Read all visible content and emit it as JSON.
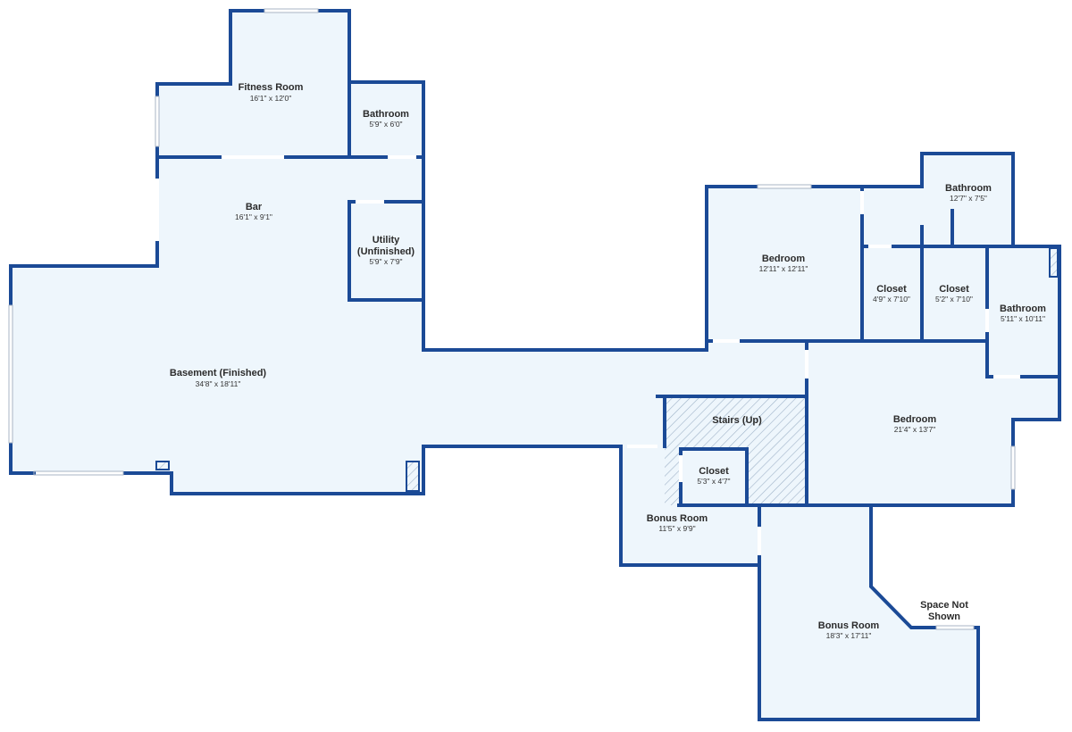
{
  "colors": {
    "wall": "#1b4a96",
    "floor": "#eef6fc",
    "window": "#ffffff",
    "window_frame": "#aab4c4",
    "stairs_hatch": "#9fb3c8"
  },
  "rooms": [
    {
      "name": "Fitness Room",
      "dims": "16'1\" x 12'0\""
    },
    {
      "name": "Bathroom",
      "dims": "5'9\" x 6'0\""
    },
    {
      "name": "Bar",
      "dims": "16'1\" x 9'1\""
    },
    {
      "name": "Utility",
      "name2": "(Unfinished)",
      "dims": "5'9\" x 7'9\""
    },
    {
      "name": "Basement (Finished)",
      "dims": "34'8\" x 18'11\""
    },
    {
      "name": "Bedroom",
      "dims": "12'11\" x 12'11\""
    },
    {
      "name": "Bathroom",
      "dims": "12'7\" x 7'5\""
    },
    {
      "name": "Closet",
      "dims": "4'9\" x 7'10\""
    },
    {
      "name": "Closet",
      "dims": "5'2\" x 7'10\""
    },
    {
      "name": "Bathroom",
      "dims": "5'11\" x 10'11\""
    },
    {
      "name": "Stairs (Up)",
      "dims": ""
    },
    {
      "name": "Bedroom",
      "dims": "21'4\" x 13'7\""
    },
    {
      "name": "Closet",
      "dims": "5'3\" x 4'7\""
    },
    {
      "name": "Bonus Room",
      "dims": "11'5\" x 9'9\""
    },
    {
      "name": "Bonus Room",
      "dims": "18'3\" x 17'11\""
    },
    {
      "name": "Space Not",
      "name2": "Shown",
      "dims": ""
    }
  ]
}
